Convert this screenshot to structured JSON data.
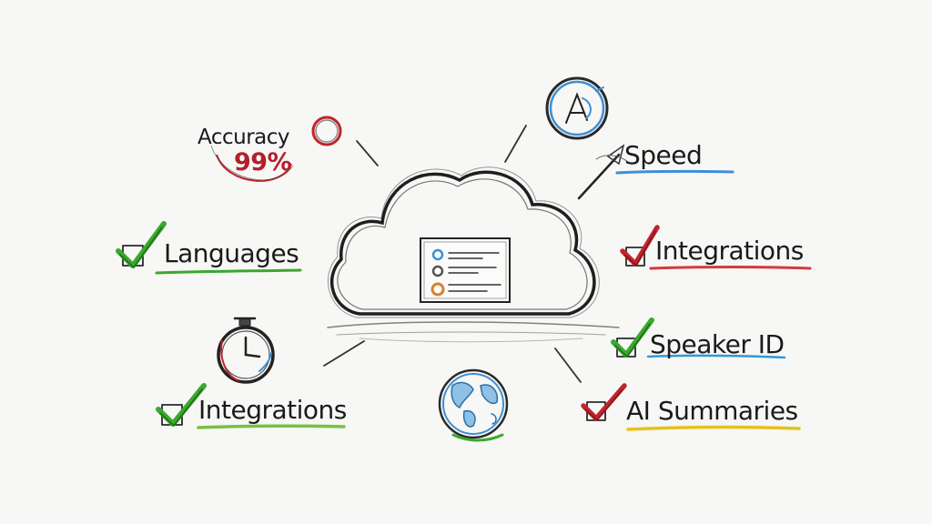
{
  "accuracy": {
    "label": "Accuracy",
    "value": "99%",
    "accent": "#c0242c"
  },
  "speed": {
    "label": "Speed",
    "underline": "#3d8fd6",
    "icon": "speedometer-icon"
  },
  "features_left": [
    {
      "label": "Languages",
      "check": "#3aa82e",
      "underline": "#3aa82e"
    },
    {
      "label": "Integrations",
      "check": "#3aa82e",
      "underline": "#7ac142"
    }
  ],
  "features_right": [
    {
      "label": "Integrations",
      "check": "#c0242c",
      "underline": "#d23c3c"
    },
    {
      "label": "Speaker ID",
      "check": "#3aa82e",
      "underline": "#2e9ad6"
    },
    {
      "label": "AI Summaries",
      "check": "#c0242c",
      "underline": "#e6c21e"
    }
  ],
  "icons": {
    "center": "cloud-icon",
    "left": "stopwatch-icon",
    "bottom": "globe-icon",
    "screen": "app-window-icon"
  },
  "colors": {
    "ink": "#1a1a1a",
    "paper": "#f7f7f5",
    "blue": "#3d8fd6",
    "orange": "#d9822b",
    "green": "#3aa82e",
    "red": "#c0242c"
  }
}
